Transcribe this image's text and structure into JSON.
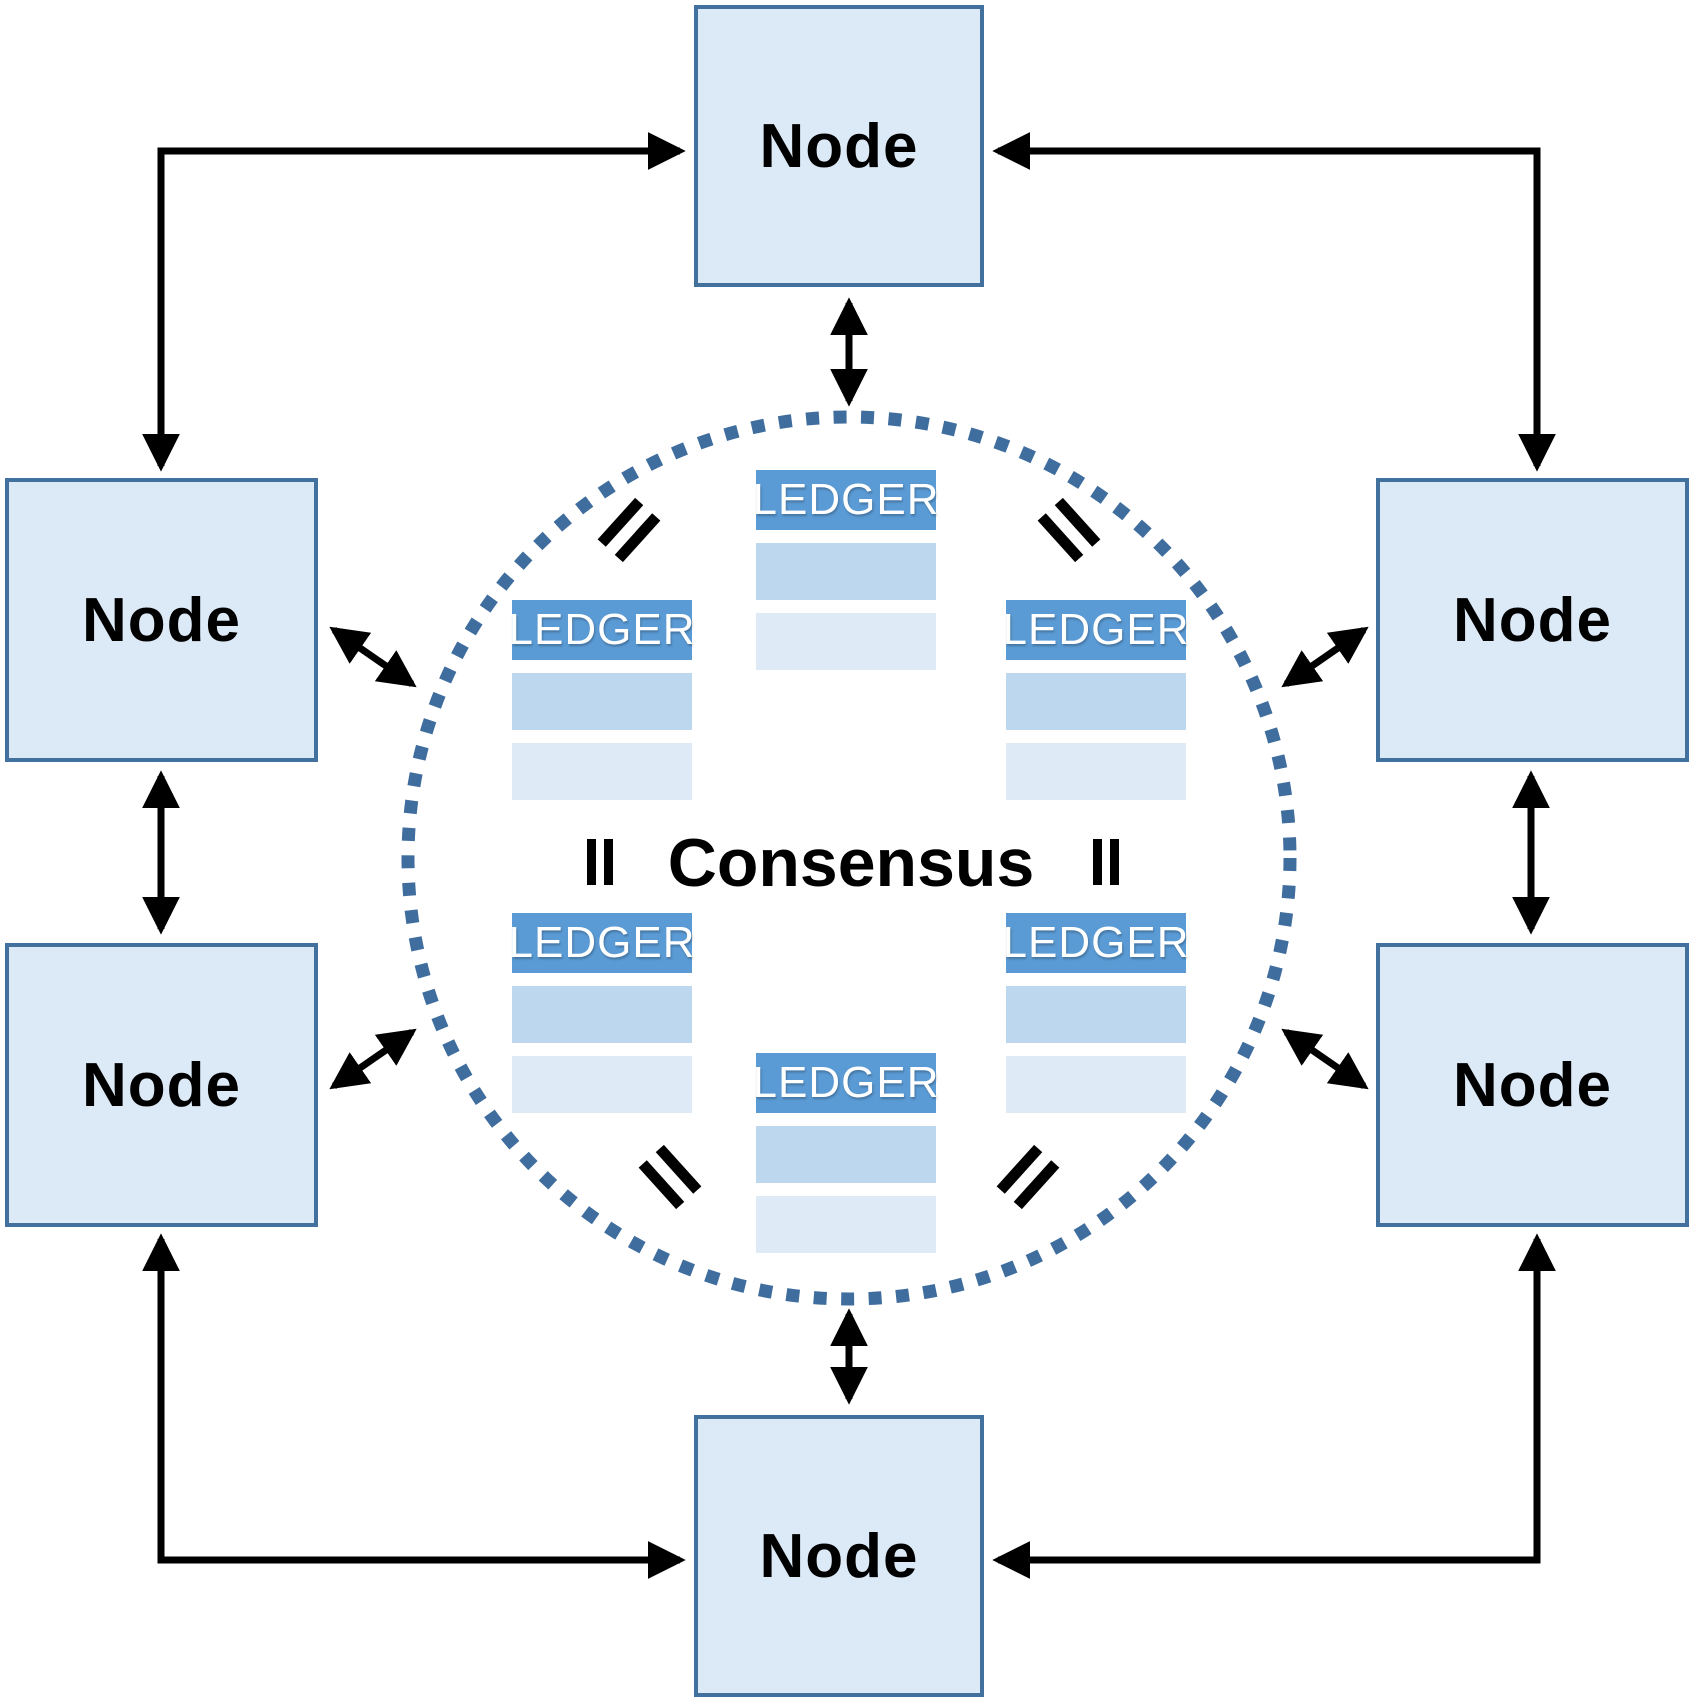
{
  "diagram": {
    "type": "peer-to-peer consensus network",
    "consensus_label": "Consensus"
  },
  "colors": {
    "background": "#ffffff",
    "node_fill": "#dce9f6",
    "node_border": "#41719c",
    "node_text": "#000000",
    "ledger_header_bg": "#5b9bd5",
    "ledger_header_text": "#ffffff",
    "ledger_row1_bg": "#bdd7ee",
    "ledger_row2_bg": "#deebf7",
    "circle_dot": "#3f6d9e",
    "arrow": "#000000"
  },
  "nodes": [
    {
      "id": "top",
      "label": "Node"
    },
    {
      "id": "upper-left",
      "label": "Node"
    },
    {
      "id": "upper-right",
      "label": "Node"
    },
    {
      "id": "lower-left",
      "label": "Node"
    },
    {
      "id": "lower-right",
      "label": "Node"
    },
    {
      "id": "bottom",
      "label": "Node"
    }
  ],
  "ledgers": [
    {
      "id": "top",
      "header": "LEDGER",
      "rows": 2
    },
    {
      "id": "upper-left",
      "header": "LEDGER",
      "rows": 2
    },
    {
      "id": "upper-right",
      "header": "LEDGER",
      "rows": 2
    },
    {
      "id": "lower-left",
      "header": "LEDGER",
      "rows": 2
    },
    {
      "id": "lower-right",
      "header": "LEDGER",
      "rows": 2
    },
    {
      "id": "bottom",
      "header": "LEDGER",
      "rows": 2
    }
  ],
  "equals_signs": [
    {
      "position": "upper-left",
      "symbol": "="
    },
    {
      "position": "upper-right",
      "symbol": "="
    },
    {
      "position": "mid-left",
      "symbol": "="
    },
    {
      "position": "mid-right",
      "symbol": "="
    },
    {
      "position": "lower-left",
      "symbol": "="
    },
    {
      "position": "lower-right",
      "symbol": "="
    }
  ],
  "connections": [
    {
      "from": "upper-left-node",
      "to": "top-node",
      "style": "elbow",
      "heads": "both"
    },
    {
      "from": "top-node",
      "to": "upper-right-node",
      "style": "elbow",
      "heads": "both"
    },
    {
      "from": "lower-left-node",
      "to": "bottom-node",
      "style": "elbow",
      "heads": "both"
    },
    {
      "from": "bottom-node",
      "to": "lower-right-node",
      "style": "elbow",
      "heads": "both"
    },
    {
      "from": "upper-left-node",
      "to": "lower-left-node",
      "style": "straight",
      "heads": "both"
    },
    {
      "from": "upper-right-node",
      "to": "lower-right-node",
      "style": "straight",
      "heads": "both"
    },
    {
      "from": "top-node",
      "to": "consensus-circle",
      "style": "straight",
      "heads": "both"
    },
    {
      "from": "bottom-node",
      "to": "consensus-circle",
      "style": "straight",
      "heads": "both"
    },
    {
      "from": "upper-left-node",
      "to": "consensus-circle",
      "style": "diagonal",
      "heads": "both"
    },
    {
      "from": "lower-left-node",
      "to": "consensus-circle",
      "style": "diagonal",
      "heads": "both"
    },
    {
      "from": "upper-right-node",
      "to": "consensus-circle",
      "style": "diagonal",
      "heads": "both"
    },
    {
      "from": "lower-right-node",
      "to": "consensus-circle",
      "style": "diagonal",
      "heads": "both"
    }
  ]
}
